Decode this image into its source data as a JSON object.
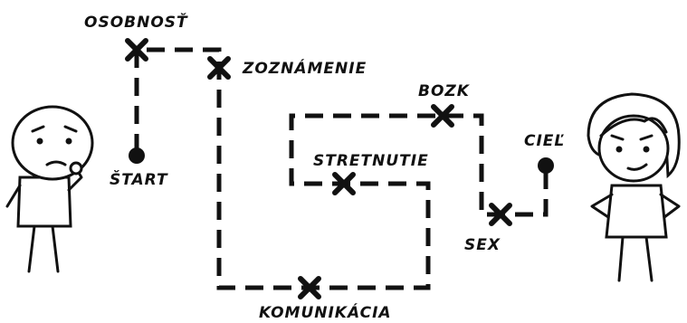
{
  "labels": {
    "osobnost": "OSOBNOSŤ",
    "zoznamenie": "ZOZNÁMENIE",
    "start": "ŠTART",
    "bozk": "BOZK",
    "stretnutie": "STRETNUTIE",
    "ciel": "CIEĽ",
    "sex": "SEX",
    "komunikacia": "KOMUNIKÁCIA"
  },
  "colors": {
    "ink": "#111111",
    "background": "#ffffff"
  }
}
